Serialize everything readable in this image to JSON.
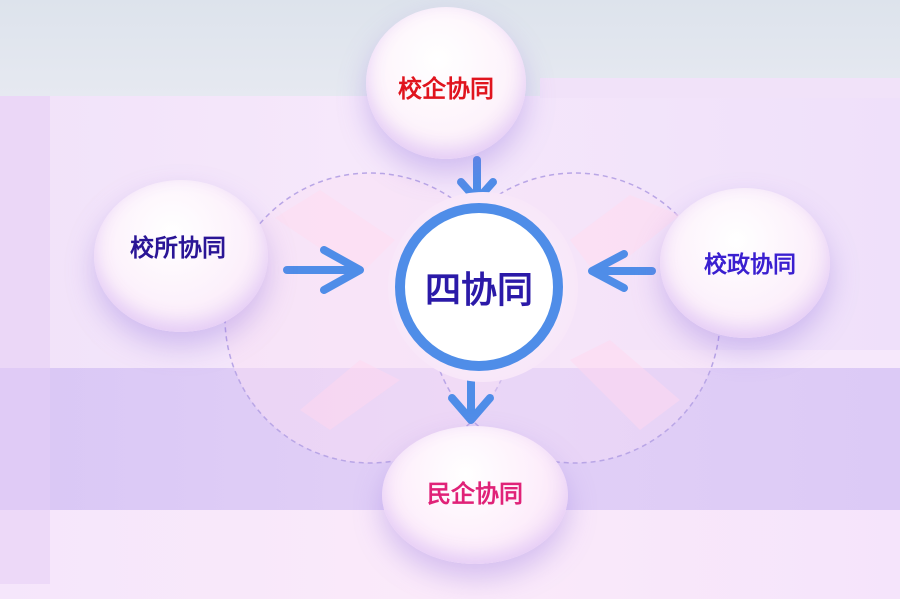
{
  "diagram": {
    "center": {
      "label": "四协同"
    },
    "nodes": {
      "top": {
        "label": "校企协同"
      },
      "left": {
        "label": "校所协同"
      },
      "right": {
        "label": "校政协同"
      },
      "bottom": {
        "label": "民企协同"
      }
    },
    "colors": {
      "arrow": "#4f8de8",
      "ring": "#4f8de8",
      "center_text": "#2b1aa8",
      "top_text": "#e0141e",
      "left_text": "#2a1596",
      "right_text": "#3a1fd0",
      "bottom_text": "#e02278",
      "dashed_circle": "#b9a6e6"
    }
  }
}
